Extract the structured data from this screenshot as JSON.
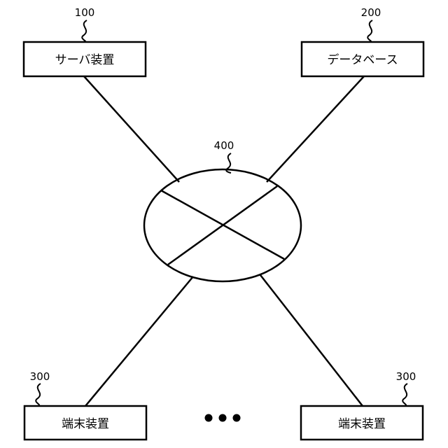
{
  "nodes": {
    "server": {
      "label": "サーバ装置",
      "ref": "100"
    },
    "database": {
      "label": "データベース",
      "ref": "200"
    },
    "network": {
      "ref": "400"
    },
    "terminal_left": {
      "label": "端末装置",
      "ref": "300"
    },
    "terminal_right": {
      "label": "端末装置",
      "ref": "300"
    }
  },
  "colors": {
    "stroke": "#000000",
    "background": "#ffffff"
  }
}
